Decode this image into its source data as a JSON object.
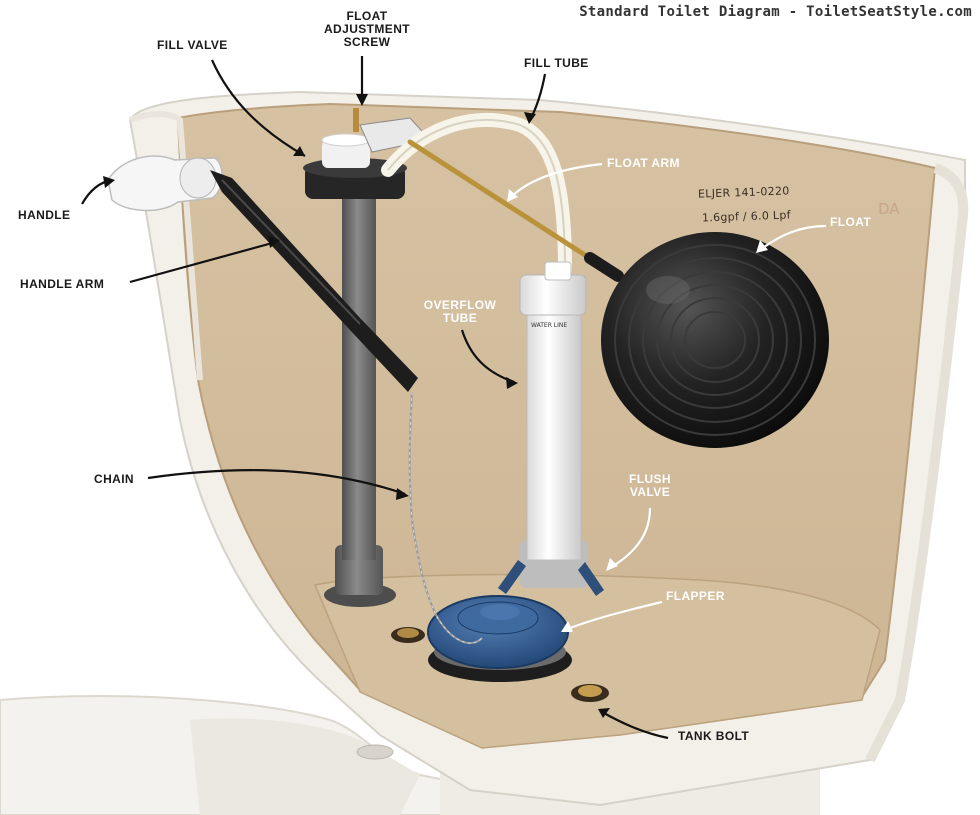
{
  "header": {
    "title": "Standard Toilet Diagram - ToiletSeatStyle.com"
  },
  "labels": {
    "fill_valve": "FILL VALVE",
    "float_adjustment_screw": [
      "FLOAT",
      "ADJUSTMENT",
      "SCREW"
    ],
    "fill_tube": "FILL TUBE",
    "handle": "HANDLE",
    "handle_arm": "HANDLE ARM",
    "float_arm": "FLOAT ARM",
    "float": "FLOAT",
    "overflow_tube": [
      "OVERFLOW",
      "TUBE"
    ],
    "chain": "CHAIN",
    "flush_valve": [
      "FLUSH",
      "VALVE"
    ],
    "flapper": "FLAPPER",
    "tank_bolt": "TANK BOLT"
  },
  "tank_markings": {
    "model": "ELJER 141-0220",
    "flow": "1.6gpf / 6.0 Lpf",
    "stamp": "DA",
    "water_line": "WATER LINE"
  },
  "colors": {
    "tank_interior": "#d8c3a5",
    "porcelain": "#f1eee6",
    "float_ball": "#1e1e1e",
    "flapper": "#2f5a8a",
    "fill_valve_body": "#6f6f6f",
    "brass_rod": "#b9923a"
  }
}
